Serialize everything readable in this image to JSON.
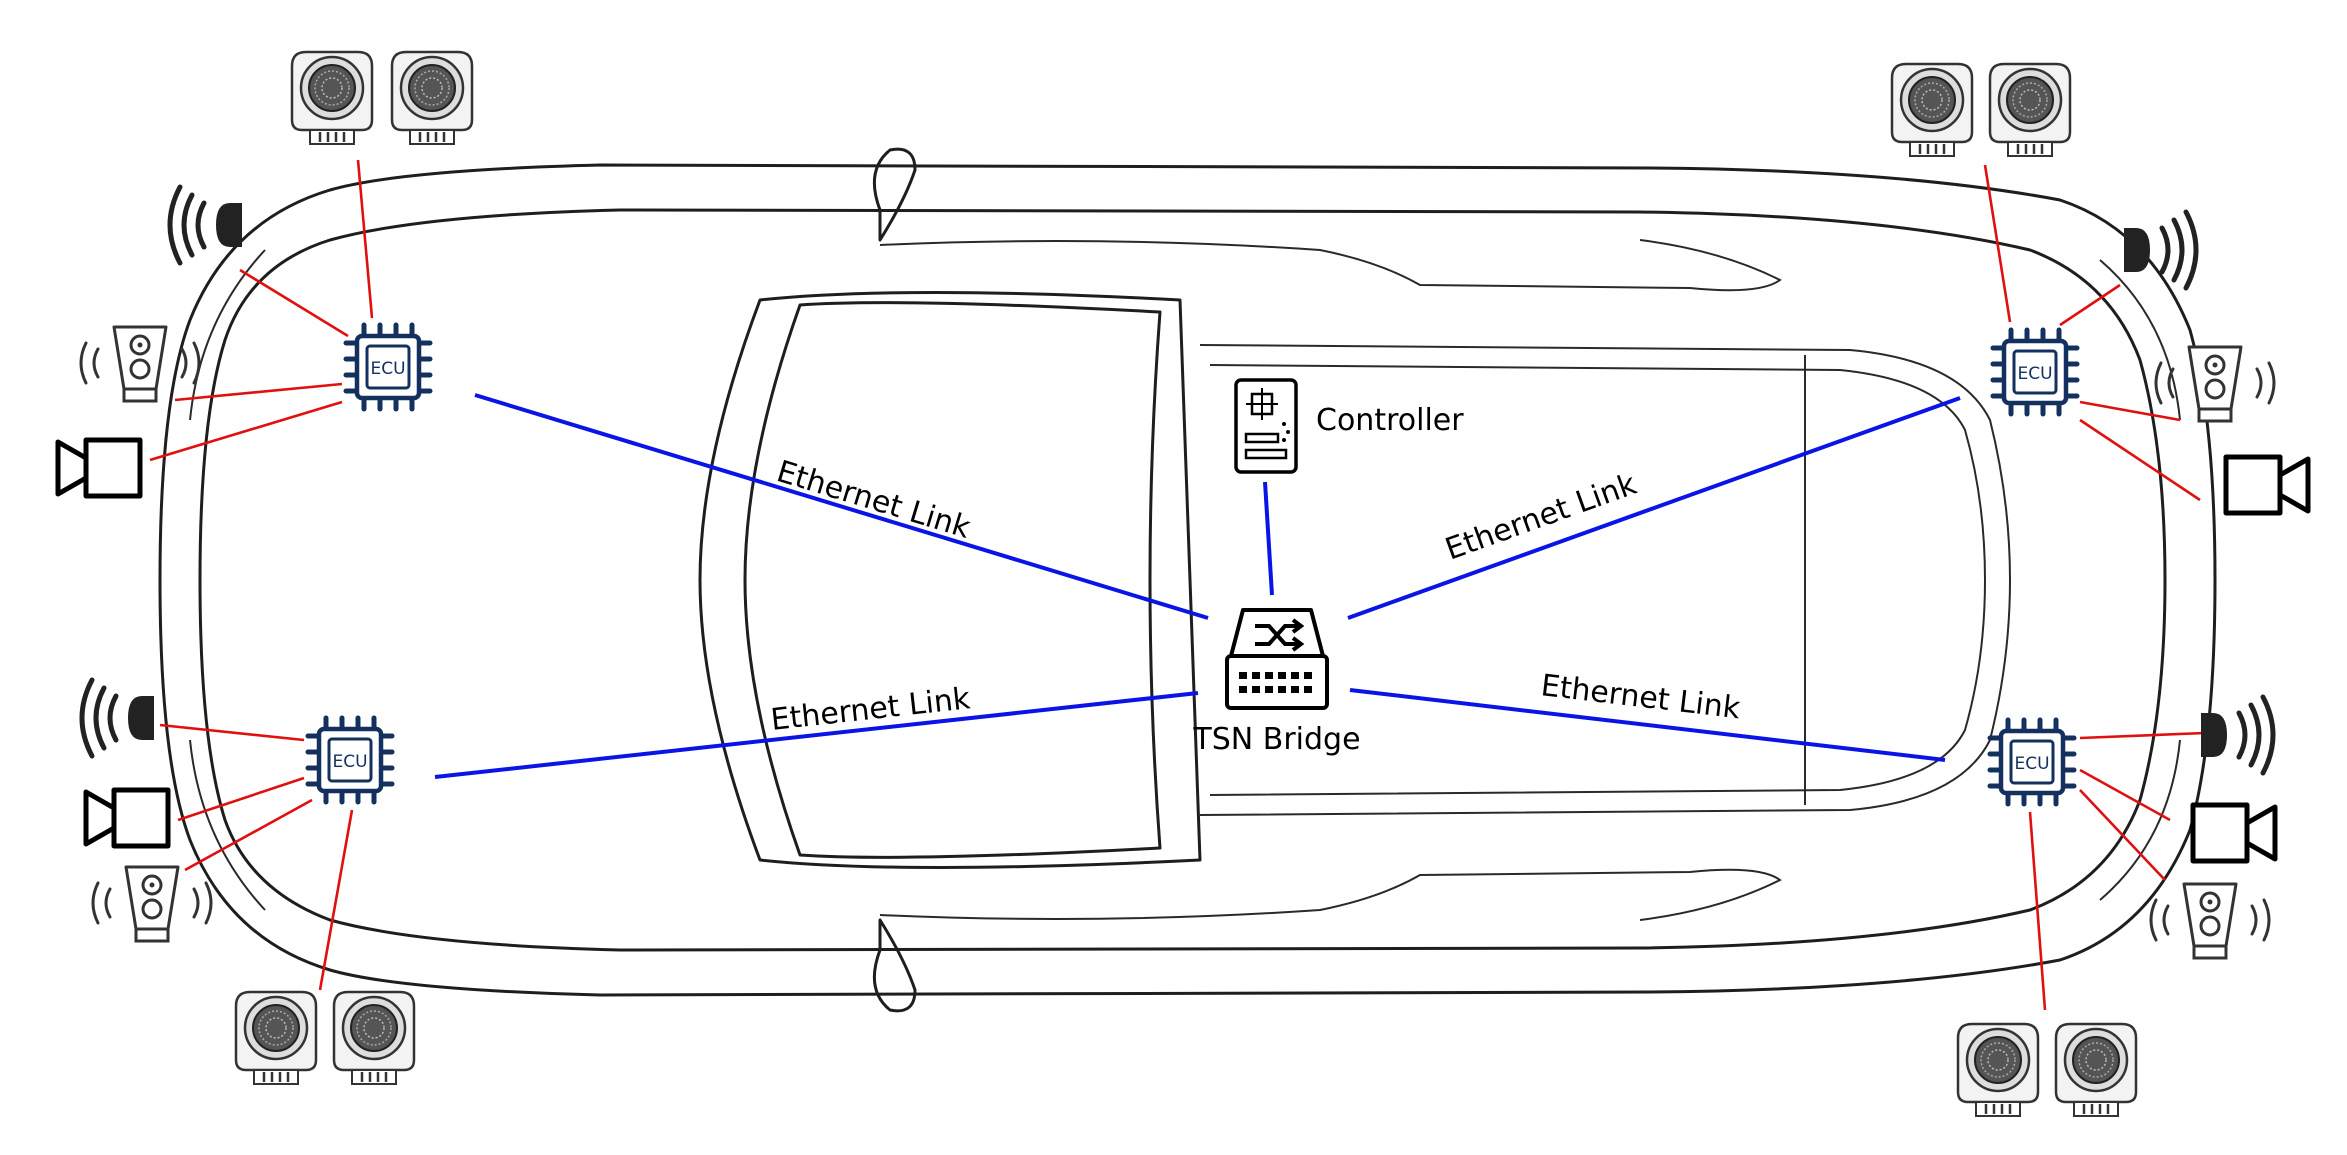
{
  "labels": {
    "controller": "Controller",
    "bridge": "TSN Bridge",
    "ecu": "ECU",
    "link_top_left": "Ethernet Link",
    "link_top_right": "Ethernet Link",
    "link_bottom_left": "Ethernet Link",
    "link_bottom_right": "Ethernet Link"
  },
  "colors": {
    "ethernet_link": "#0b14e6",
    "sensor_wire": "#e01010",
    "ecu": "#14305e",
    "car_outline": "#1e1e1e"
  },
  "icons": [
    "car-outline",
    "ecu-chip-icon",
    "tsn-switch-icon",
    "controller-board-icon",
    "lidar-sensor-icon",
    "speaker-icon",
    "camera-icon",
    "radar-icon"
  ]
}
